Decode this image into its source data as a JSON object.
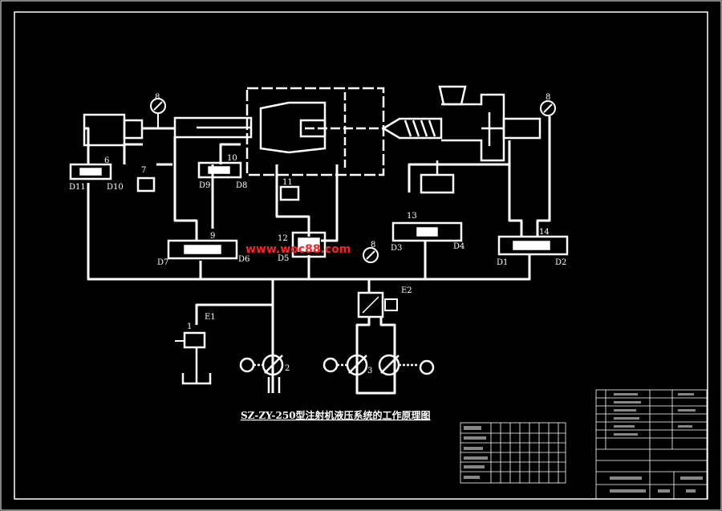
{
  "title": "SZ-ZY-250型注射机液压系统的工作原理图",
  "watermark": "www.woc88.com",
  "colors": {
    "line": "#ffffff",
    "background": "#000000",
    "watermark": "#ff2020"
  },
  "labels": {
    "gauge_left": "8",
    "gauge_right": "8",
    "gauge_center": "8",
    "valve_6": "6",
    "valve_7": "7",
    "valve_10": "10",
    "valve_11": "11",
    "valve_12": "12",
    "valve_13": "13",
    "valve_14": "14",
    "valve_9": "9",
    "valve_1": "1",
    "pump_2": "2",
    "pump_3": "3",
    "d11": "D11",
    "d10": "D10",
    "d9": "D9",
    "d8": "D8",
    "d7": "D7",
    "d6": "D6",
    "d5": "D5",
    "d3": "D3",
    "d4": "D4",
    "d1": "D1",
    "d2": "D2",
    "e1": "E1",
    "e2": "E2"
  }
}
